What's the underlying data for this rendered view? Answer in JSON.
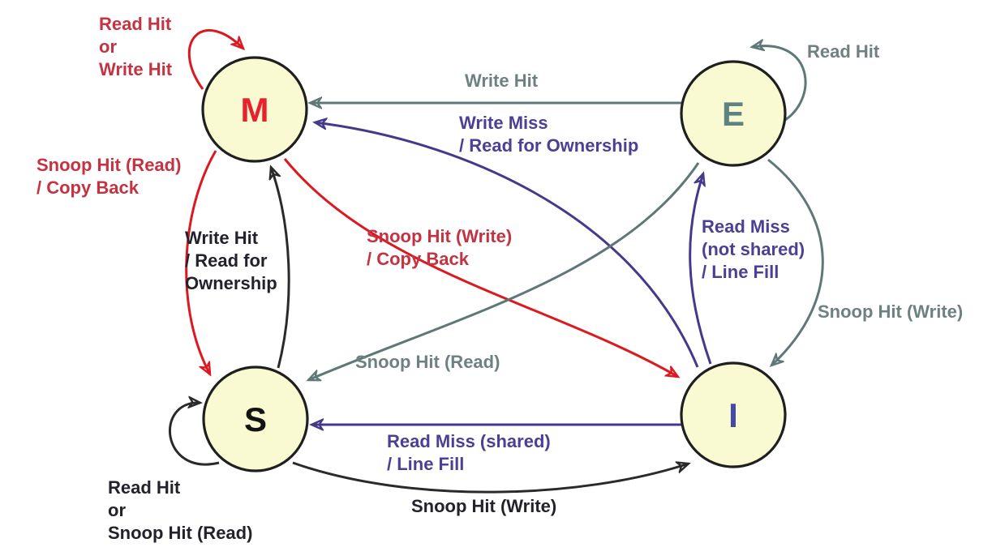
{
  "diagram": {
    "type": "state-machine",
    "subject": "MESI cache coherence protocol",
    "colors": {
      "node_fill": "#FAFAD2",
      "node_border": "#1F1F1F",
      "red": "#DC1820",
      "red_text": "#C53241",
      "slate": "#5E7878",
      "slate_text": "#6E8181",
      "purple": "#45398C",
      "purple_text": "#4C3F94",
      "black": "#2A2A2A",
      "black_text": "#23222C",
      "m_letter": "#E8212E",
      "e_letter": "#5E8282",
      "s_letter": "#141414",
      "i_letter": "#4349A6"
    },
    "nodes": [
      {
        "id": "M",
        "label": "M"
      },
      {
        "id": "E",
        "label": "E"
      },
      {
        "id": "S",
        "label": "S"
      },
      {
        "id": "I",
        "label": "I"
      }
    ],
    "transitions": [
      {
        "from": "M",
        "to": "M",
        "label": "Read Hit\nor\nWrite Hit",
        "color": "red"
      },
      {
        "from": "E",
        "to": "E",
        "label": "Read Hit",
        "color": "slate"
      },
      {
        "from": "S",
        "to": "S",
        "label": "Read Hit\nor\nSnoop Hit (Read)",
        "color": "black"
      },
      {
        "from": "E",
        "to": "M",
        "label": "Write Hit",
        "color": "slate"
      },
      {
        "from": "I",
        "to": "M",
        "label": "Write Miss\n/ Read for Ownership",
        "color": "purple"
      },
      {
        "from": "M",
        "to": "S",
        "label": "Snoop Hit (Read)\n/ Copy Back",
        "color": "red"
      },
      {
        "from": "S",
        "to": "M",
        "label": "Write Hit\n/ Read for\nOwnership",
        "color": "black"
      },
      {
        "from": "M",
        "to": "I",
        "label": "Snoop Hit (Write)\n/ Copy Back",
        "color": "red"
      },
      {
        "from": "E",
        "to": "S",
        "label": "Snoop Hit (Read)",
        "color": "slate"
      },
      {
        "from": "I",
        "to": "E",
        "label": "Read Miss\n(not shared)\n/ Line Fill",
        "color": "purple"
      },
      {
        "from": "E",
        "to": "I",
        "label": "Snoop Hit (Write)",
        "color": "slate"
      },
      {
        "from": "I",
        "to": "S",
        "label": "Read Miss (shared)\n/ Line Fill",
        "color": "purple"
      },
      {
        "from": "S",
        "to": "I",
        "label": "Snoop Hit (Write)",
        "color": "black"
      }
    ]
  }
}
